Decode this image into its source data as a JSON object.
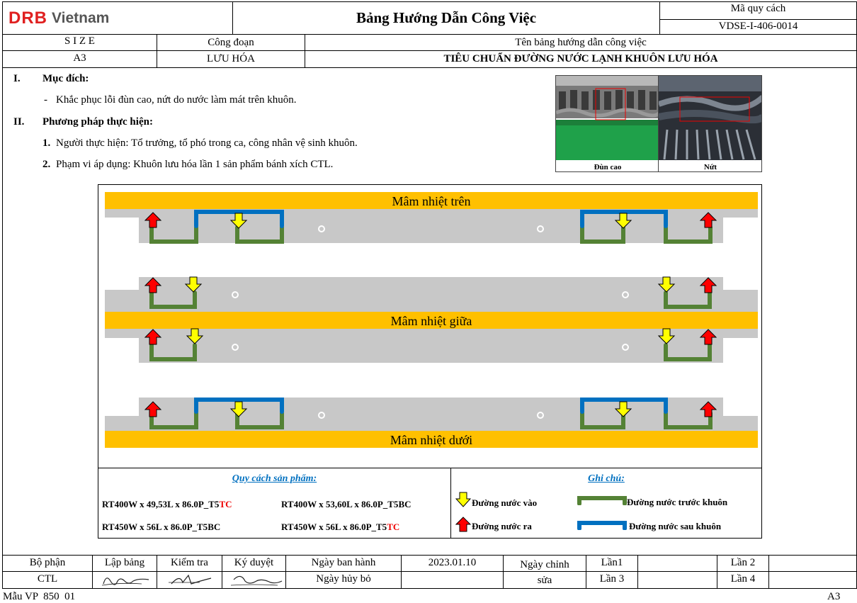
{
  "header": {
    "logo_brand": "DRB",
    "logo_country": "Vietnam",
    "title": "Bảng Hướng Dẫn Công Việc",
    "spec_code_label": "Mã quy cách",
    "spec_code_value": "VDSE-I-406-0014"
  },
  "info_row": {
    "size_label": "S I Z E",
    "size_value": "A3",
    "process_label": "Công đoạn",
    "process_value": "LƯU HÓA",
    "guide_name_label": "Tên bảng hướng dẫn công việc",
    "guide_name_value": "TIÊU CHUẨN ĐƯỜNG NƯỚC LẠNH KHUÔN LƯU HÓA"
  },
  "content": {
    "sec1_num": "I.",
    "sec1_title": "Mục đích:",
    "sec1_dash": "-",
    "sec1_item": "Khắc phục lỗi đùn cao, nứt do nước làm mát trên khuôn.",
    "sec2_num": "II.",
    "sec2_title": "Phương pháp thực hiện:",
    "item1_num": "1.",
    "item1": "Người thực hiện: Tổ trưởng, tổ phó trong ca, công nhân vệ sinh khuôn.",
    "item2_num": "2.",
    "item2": "Phạm vi áp dụng: Khuôn lưu hóa lần 1 sản phẩm bánh xích CTL."
  },
  "photos": {
    "left_caption": "Đùn cao",
    "right_caption": "Nứt"
  },
  "diagram": {
    "top_plate": "Mâm nhiệt trên",
    "middle_plate": "Mâm nhiệt giữa",
    "bottom_plate": "Mâm nhiệt dưới"
  },
  "spec_box": {
    "title": "Quy cách sản phẩm:",
    "items": [
      {
        "base": "RT400W x 49,53L x 86.0P_T5",
        "suffix": "TC",
        "suffix_red": true
      },
      {
        "base": "RT400W x 53,60L x 86.0P_T5",
        "suffix": "BC",
        "suffix_red": false
      },
      {
        "base": "RT450W x 56L x 86.0P_T5",
        "suffix": "BC",
        "suffix_red": false
      },
      {
        "base": "RT450W x 56L x 86.0P_T5",
        "suffix": "TC",
        "suffix_red": true
      }
    ]
  },
  "legend": {
    "title": "Ghi chú:",
    "inlet": "Đường nước vào",
    "outlet": "Đường nước ra",
    "front": "Đường nước trước khuôn",
    "back": "Đường nước sau khuôn"
  },
  "colors": {
    "plate": "#FFC000",
    "mold": "#C8C8C8",
    "green_pipe": "#548235",
    "blue_pipe": "#0070C0",
    "inlet_arrow": "#FFFF00",
    "outlet_arrow": "#FF0000",
    "brand_red": "#E02020"
  },
  "footer": {
    "dept_label": "Bộ phận",
    "dept_value": "CTL",
    "prepared_label": "Lập bảng",
    "checked_label": "Kiểm tra",
    "approved_label": "Ký duyệt",
    "issue_label": "Ngày ban hành",
    "issue_date": "2023.01.10",
    "cancel_label": "Ngày hủy bỏ",
    "revision_label_1": "Ngày chỉnh",
    "revision_label_2": "sửa",
    "rev1": "Lần1",
    "rev2": "Lần 2",
    "rev3": "Lần 3",
    "rev4": "Lần 4",
    "form_code": "Mẫu VP  850  01",
    "page_size": "A3"
  }
}
